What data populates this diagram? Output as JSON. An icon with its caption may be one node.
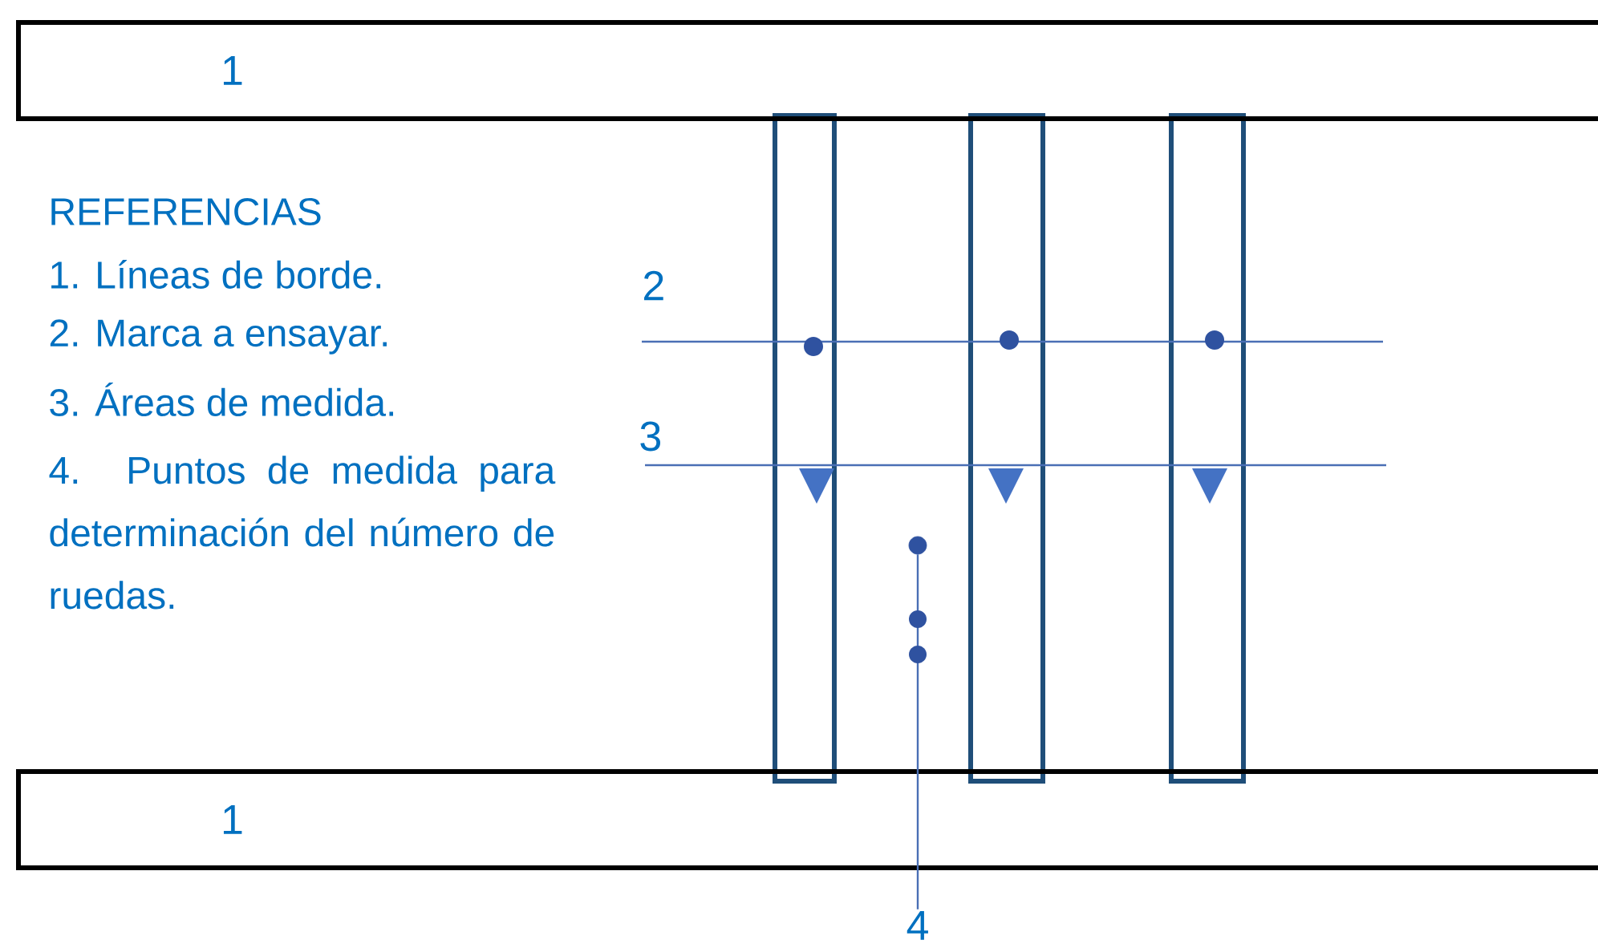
{
  "diagram": {
    "nodes": [
      {
        "text": [
          "1"
        ]
      },
      {
        "text": [
          "1"
        ]
      },
      {
        "text": [],
        "shape": "circle"
      },
      {
        "text": [
          "4"
        ]
      }
    ],
    "edges": [
      {
        "from": 3,
        "to": 2,
        "arrow": "none"
      }
    ],
    "labels": [
      "REFERENCIAS",
      "1. Líneas de borde.",
      "2",
      "2. Marca a ensayar.",
      "3",
      "3. Áreas de medida.",
      "4. Puntos de medida para determinación del número de ruedas."
    ]
  }
}
